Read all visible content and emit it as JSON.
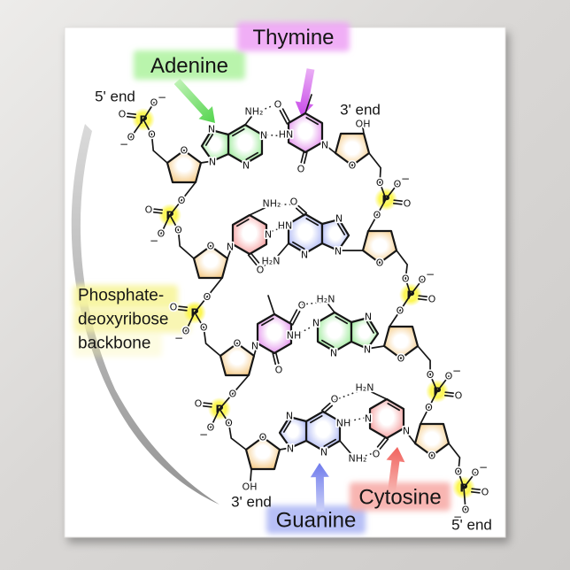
{
  "callouts": {
    "adenine": {
      "label": "Adenine"
    },
    "thymine": {
      "label": "Thymine"
    },
    "guanine": {
      "label": "Guanine"
    },
    "cytosine": {
      "label": "Cytosine"
    },
    "backbone": {
      "line1": "Phosphate-",
      "line2": "deoxyribose",
      "line3": "backbone"
    }
  },
  "ends": {
    "top_left": "5' end",
    "top_right": "3' end",
    "bottom_left": "3' end",
    "bottom_right": "5' end"
  },
  "atoms": {
    "phosphorus": "P",
    "oxygen": "O",
    "hydroxyl": "OH",
    "nitrogen": "N",
    "hn": "HN",
    "nh": "NH",
    "nh2": "NH₂",
    "h2n": "H₂N",
    "minus": "−"
  },
  "base_pairs": [
    {
      "left_base": "Adenine",
      "right_base": "Thymine",
      "hydrogen_bonds": 2
    },
    {
      "left_base": "Cytosine",
      "right_base": "Guanine",
      "hydrogen_bonds": 3
    },
    {
      "left_base": "Thymine",
      "right_base": "Adenine",
      "hydrogen_bonds": 2
    },
    {
      "left_base": "Guanine",
      "right_base": "Cytosine",
      "hydrogen_bonds": 3
    }
  ],
  "colors": {
    "background": "#d6d4d2",
    "poster": "#ffffff",
    "adenine_fill": "#74e170",
    "adenine_highlight": "#b5f3a8",
    "adenine_arrow_tail": "#bdf2b3",
    "adenine_arrow_tip": "#53d44d",
    "thymine_fill": "#d765e4",
    "thymine_highlight": "#efaaf5",
    "thymine_arrow_tail": "#eaaef5",
    "thymine_arrow_tip": "#c748e8",
    "guanine_fill": "#8d9bef",
    "guanine_highlight": "#b3bcf6",
    "guanine_arrow_tail": "#ccd1f8",
    "guanine_arrow_tip": "#6f7bec",
    "cytosine_fill": "#f17878",
    "cytosine_highlight": "#f8b1ad",
    "cytosine_arrow_tail": "#f8c6c2",
    "cytosine_arrow_tip": "#f1635e",
    "sugar_fill": "#f2b95e",
    "phosphate_highlight": "#fcf64e",
    "backbone_highlight": "#f8f4a0",
    "swoosh_top": "#dadada",
    "swoosh_bottom": "#949494"
  }
}
